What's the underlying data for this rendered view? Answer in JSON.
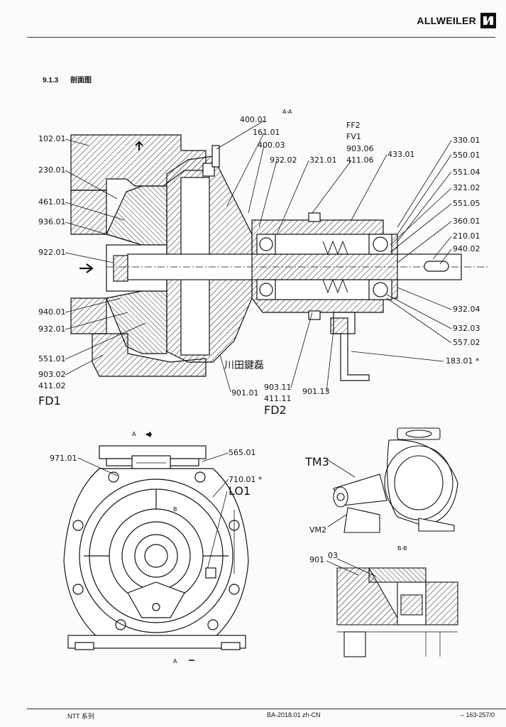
{
  "header": {
    "brand": "ALLWEILER"
  },
  "section": {
    "number": "9.1.3",
    "title": "剖面图"
  },
  "drawing": {
    "section_view_title": "A-A",
    "section_b_title": "B-B",
    "watermark": "川田鍵磊",
    "main_view_left_labels": [
      "102.01",
      "230.01",
      "461.01",
      "936.01",
      "922.01",
      "940.01",
      "932.01",
      "551.01",
      "903.02",
      "411.02",
      "FD1"
    ],
    "main_view_top_labels": [
      "400.01",
      "161.01",
      "400.03",
      "932.02",
      "321.01",
      "FF2",
      "FV1",
      "903.06",
      "411.06",
      "433.01"
    ],
    "main_view_right_labels": [
      "330.01",
      "550.01",
      "551.04",
      "321.02",
      "551.05",
      "360.01",
      "210.01",
      "940.02",
      "932.04",
      "932.03",
      "557.02",
      "183.01 *"
    ],
    "main_view_bottom_labels": [
      "901.01",
      "903.11",
      "411.11",
      "FD2",
      "901.13"
    ],
    "front_view_labels": [
      "971.01",
      "565.01",
      "710.01 *",
      "LO1",
      "A",
      "B",
      "A"
    ],
    "iso_view_labels": [
      "TM3",
      "VM2"
    ],
    "detail_b_labels": [
      "901",
      "03"
    ]
  },
  "footer": {
    "left": "NTT 系列",
    "center": "BA-2018.01 zh-CN",
    "right": "– 163-257/0"
  }
}
